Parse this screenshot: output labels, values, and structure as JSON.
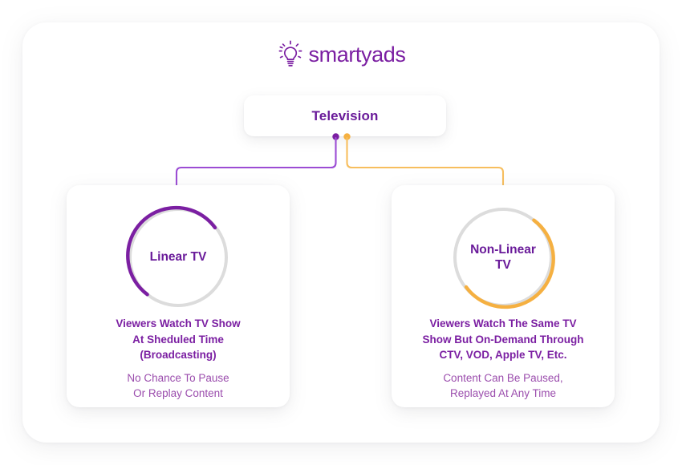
{
  "brand": {
    "name": "smartyads",
    "icon": "lightbulb-icon",
    "color": "#7B1FA2"
  },
  "root": {
    "label": "Television"
  },
  "colors": {
    "purple": "#7B1FA2",
    "purple_dark": "#6A1B9A",
    "purple_light": "#9B4DAD",
    "orange": "#F5B041",
    "ring_track": "#DCDCDC",
    "card_bg": "#FFFFFF",
    "page_bg": "#FFFFFF"
  },
  "branches": [
    {
      "id": "linear-tv",
      "ring_label": "Linear TV",
      "accent": "#7B1FA2",
      "title": "Viewers Watch TV Show\nAt Sheduled Time\n(Broadcasting)",
      "subtitle": "No Chance To Pause\nOr Replay Content"
    },
    {
      "id": "non-linear-tv",
      "ring_label": "Non-Linear\nTV",
      "accent": "#F5B041",
      "title": "Viewers Watch The Same TV\nShow But On-Demand Through\nCTV, VOD, Apple TV, Etc.",
      "subtitle": "Content Can Be Paused,\nReplayed At Any Time"
    }
  ]
}
